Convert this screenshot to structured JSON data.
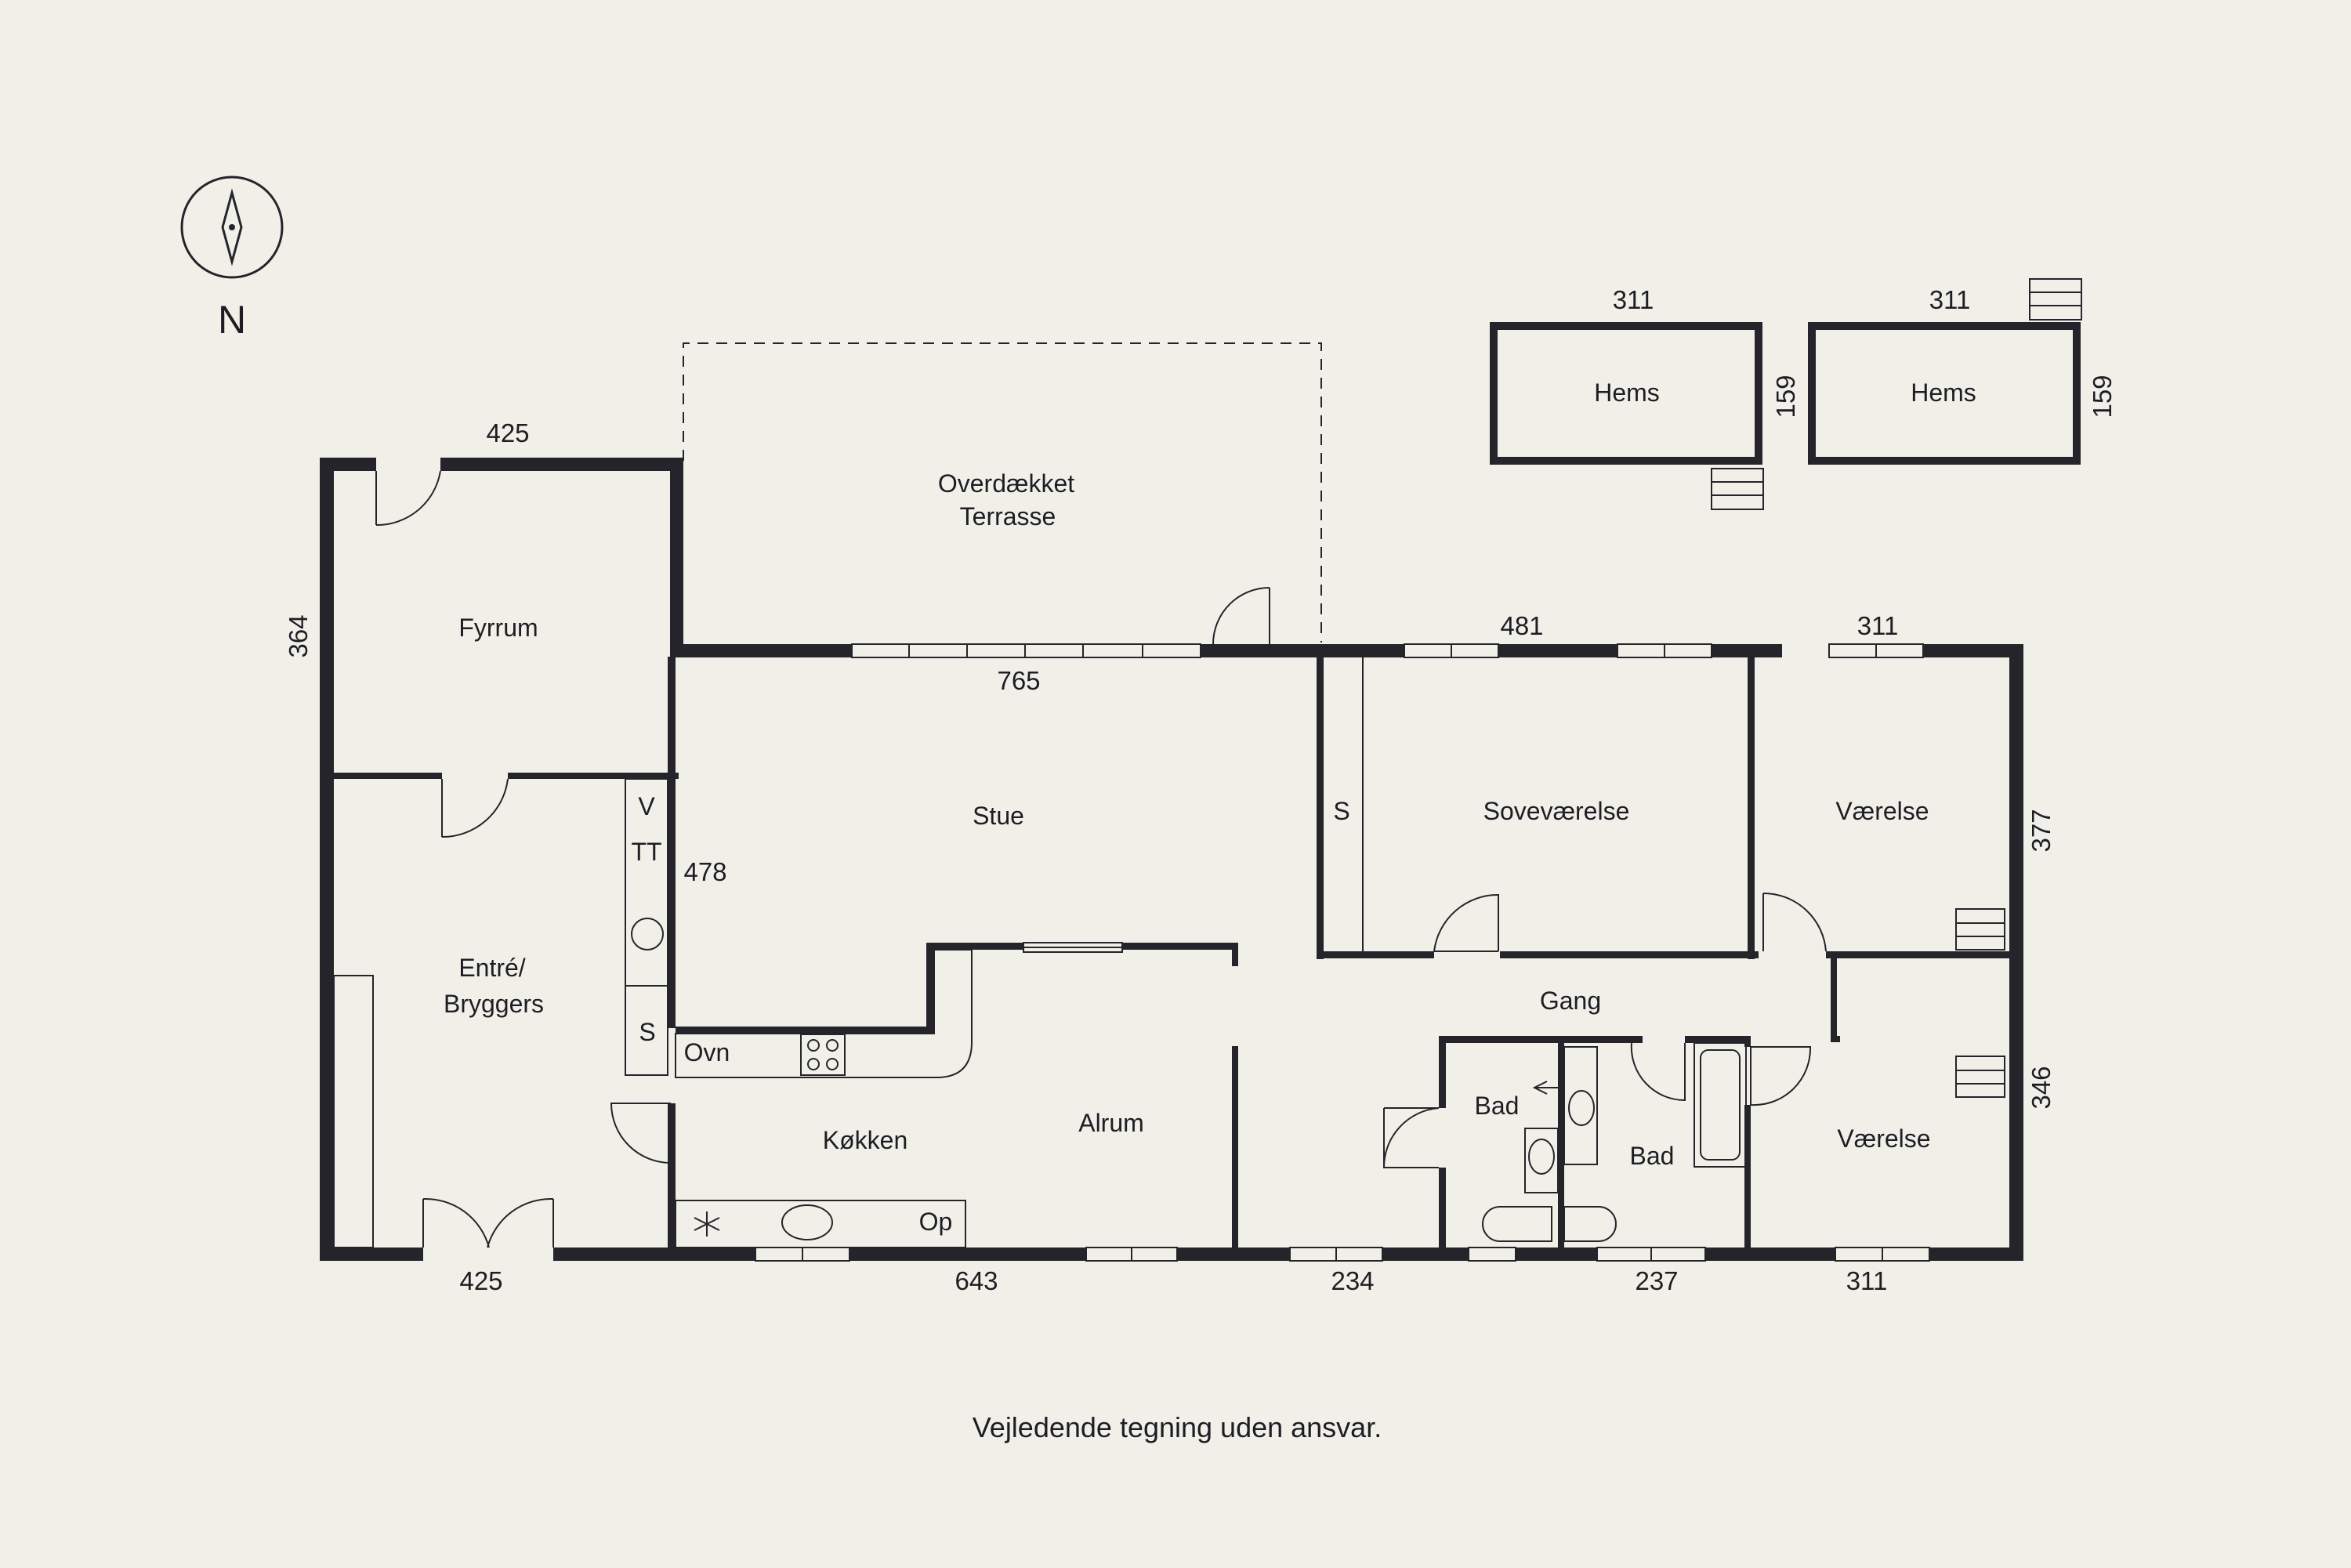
{
  "rooms": {
    "overdaekket_1": "Overdækket",
    "overdaekket_2": "Terrasse",
    "fyrrum": "Fyrrum",
    "stue": "Stue",
    "entre_1": "Entré/",
    "entre_2": "Bryggers",
    "koekken": "Køkken",
    "alrum": "Alrum",
    "sovevaerelse": "Soveværelse",
    "vaerelse_1": "Værelse",
    "vaerelse_2": "Værelse",
    "gang": "Gang",
    "bad_1": "Bad",
    "bad_2": "Bad",
    "hems_1": "Hems",
    "hems_2": "Hems"
  },
  "fixtures": {
    "v": "V",
    "tt": "TT",
    "s_1": "S",
    "s_2": "S",
    "ovn": "Ovn",
    "op": "Op"
  },
  "dimensions": {
    "top_fyrrum": "425",
    "left_fyrrum": "364",
    "stue_width": "765",
    "inner_478": "478",
    "top_481": "481",
    "top_311": "311",
    "right_377": "377",
    "right_346": "346",
    "bottom_425": "425",
    "bottom_643": "643",
    "bottom_234": "234",
    "bottom_237": "237",
    "bottom_311": "311",
    "hems1_width": "311",
    "hems1_height": "159",
    "hems2_width": "311",
    "hems2_height": "159"
  },
  "compass": {
    "label": "N"
  },
  "footer": "Vejledende tegning uden ansvar."
}
